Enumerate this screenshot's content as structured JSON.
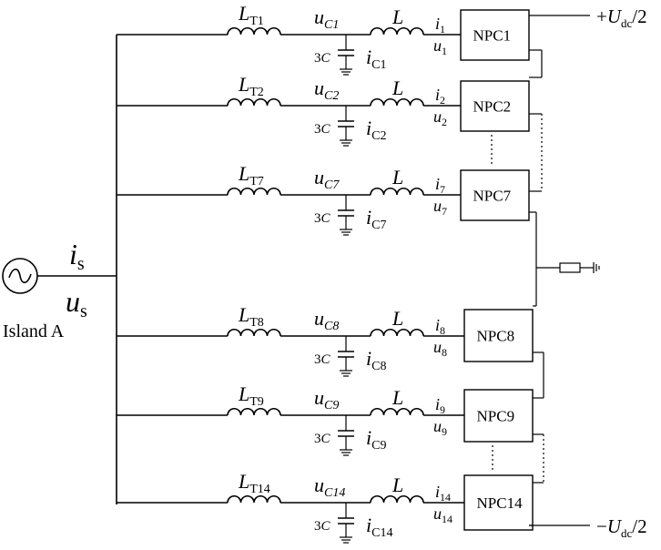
{
  "source": {
    "i_label": "i",
    "i_sub": "s",
    "u_label": "u",
    "u_sub": "s",
    "island_label": "Island A"
  },
  "dc": {
    "pos_sign": "+",
    "pos_frac": "/2",
    "neg_sign": "−",
    "neg_frac": "/2",
    "U": "U",
    "U_sub": "dc"
  },
  "common": {
    "L_T": "L",
    "u_C": "u",
    "C_prefix": "3",
    "C_letter": "C",
    "i_C": "i",
    "L": "L",
    "i": "i",
    "u": "u",
    "C_sub": "C",
    "T_sub": "T"
  },
  "branches": [
    {
      "idx": "1",
      "LT_sub": "T1",
      "uC_sub": "C1",
      "iC_sub": "C1",
      "i_sub": "1",
      "u_sub": "1",
      "npc": "NPC1"
    },
    {
      "idx": "2",
      "LT_sub": "T2",
      "uC_sub": "C2",
      "iC_sub": "C2",
      "i_sub": "2",
      "u_sub": "2",
      "npc": "NPC2"
    },
    {
      "idx": "7",
      "LT_sub": "T7",
      "uC_sub": "C7",
      "iC_sub": "C7",
      "i_sub": "7",
      "u_sub": "7",
      "npc": "NPC7"
    },
    {
      "idx": "8",
      "LT_sub": "T8",
      "uC_sub": "C8",
      "iC_sub": "C8",
      "i_sub": "8",
      "u_sub": "8",
      "npc": "NPC8"
    },
    {
      "idx": "9",
      "LT_sub": "T9",
      "uC_sub": "C9",
      "iC_sub": "C9",
      "i_sub": "9",
      "u_sub": "9",
      "npc": "NPC9"
    },
    {
      "idx": "14",
      "LT_sub": "T14",
      "uC_sub": "C14",
      "iC_sub": "C14",
      "i_sub": "14",
      "u_sub": "14",
      "npc": "NPC14"
    }
  ]
}
